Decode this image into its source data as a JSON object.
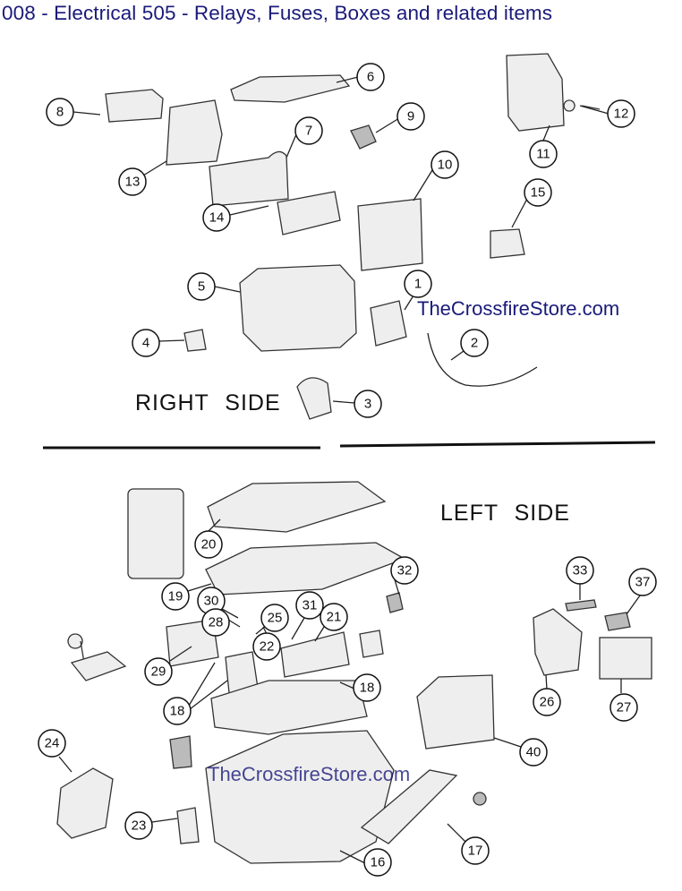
{
  "title": "008 - Electrical 505 - Relays, Fuses, Boxes and related items",
  "labels": {
    "right_side": "RIGHT SIDE",
    "left_side": "LEFT SIDE"
  },
  "watermark": [
    "TheCrossfireStore.com",
    "TheCrossfireStore.com"
  ],
  "callouts": [
    "8",
    "6",
    "9",
    "12",
    "11",
    "7",
    "13",
    "10",
    "15",
    "14",
    "5",
    "1",
    "4",
    "2",
    "3",
    "20",
    "32",
    "33",
    "37",
    "19",
    "30",
    "31",
    "28",
    "25",
    "21",
    "22",
    "29",
    "18",
    "18",
    "26",
    "27",
    "40",
    "24",
    "23",
    "17",
    "16"
  ]
}
